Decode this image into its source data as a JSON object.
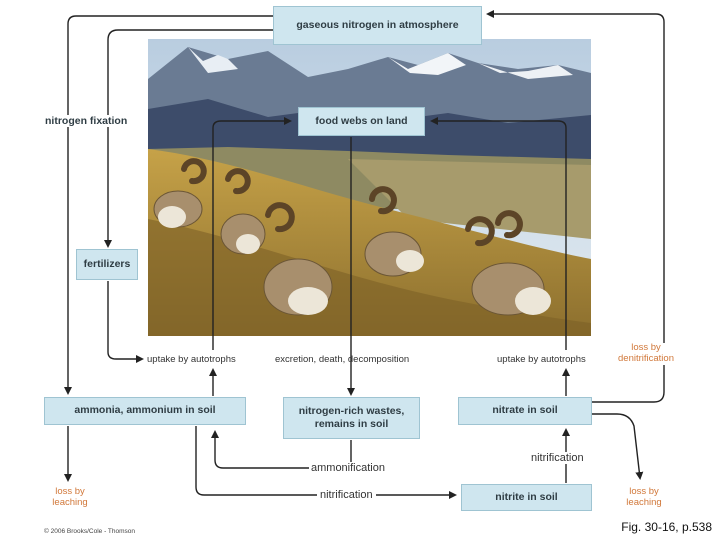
{
  "boxes": {
    "atmosphere": "gaseous nitrogen in atmosphere",
    "food_webs": "food webs on land",
    "fertilizers": "fertilizers",
    "ammonia": "ammonia, ammonium in soil",
    "wastes": "nitrogen-rich wastes, remains in soil",
    "nitrate": "nitrate in soil",
    "nitrite": "nitrite in soil"
  },
  "labels": {
    "nitrogen_fixation": "nitrogen fixation",
    "uptake_left": "uptake by autotrophs",
    "excretion": "excretion, death, decomposition",
    "uptake_right": "uptake by autotrophs",
    "loss_denitrification": "loss by denitrification",
    "ammonification": "ammonification",
    "nitrification_upper": "nitrification",
    "nitrification_lower": "nitrification",
    "loss_leaching_left": "loss by leaching",
    "loss_leaching_right": "loss by leaching"
  },
  "caption": "Fig. 30-16, p.538",
  "copyright": "© 2006 Brooks/Cole - Thomson",
  "colors": {
    "box_fill": "#cfe6ef",
    "arrow": "#222222",
    "loss_text": "#d1783a"
  }
}
